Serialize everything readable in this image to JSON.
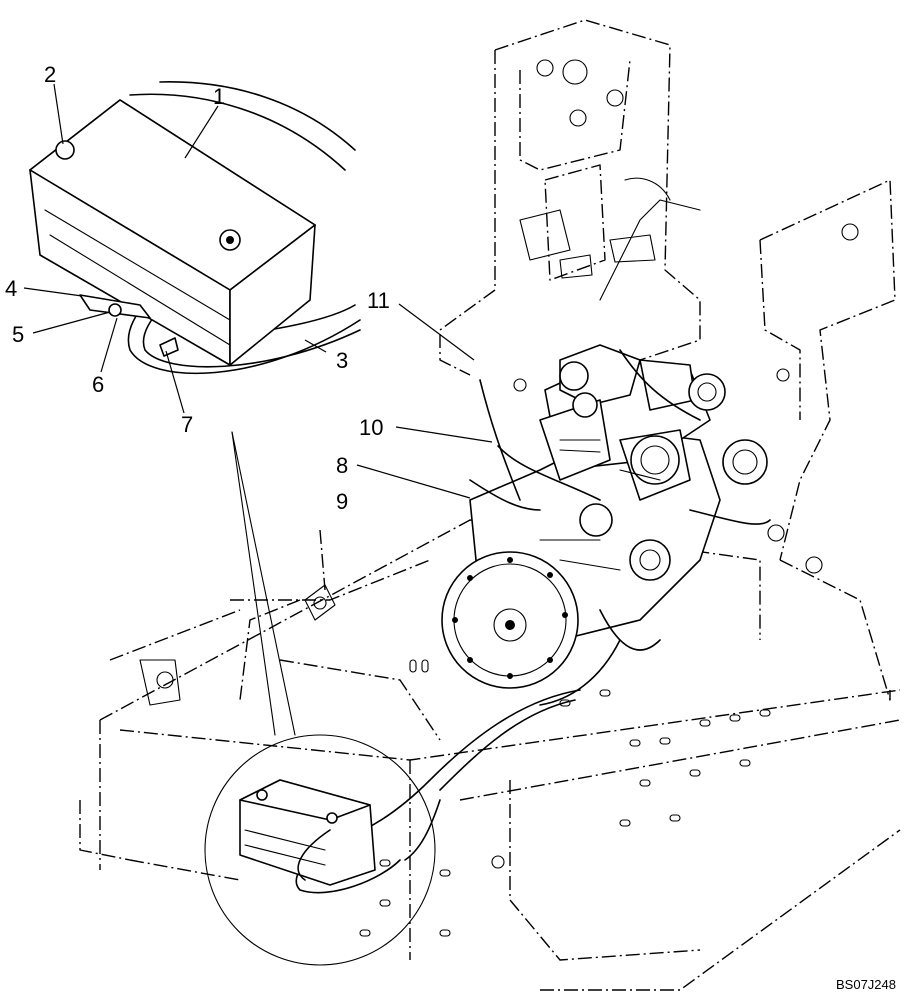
{
  "callouts": {
    "c1": "1",
    "c2": "2",
    "c3": "3",
    "c4": "4",
    "c5": "5",
    "c6": "6",
    "c7": "7",
    "c8": "8",
    "c9": "9",
    "c10": "10",
    "c11": "11"
  },
  "figure_code": "BS07J248"
}
